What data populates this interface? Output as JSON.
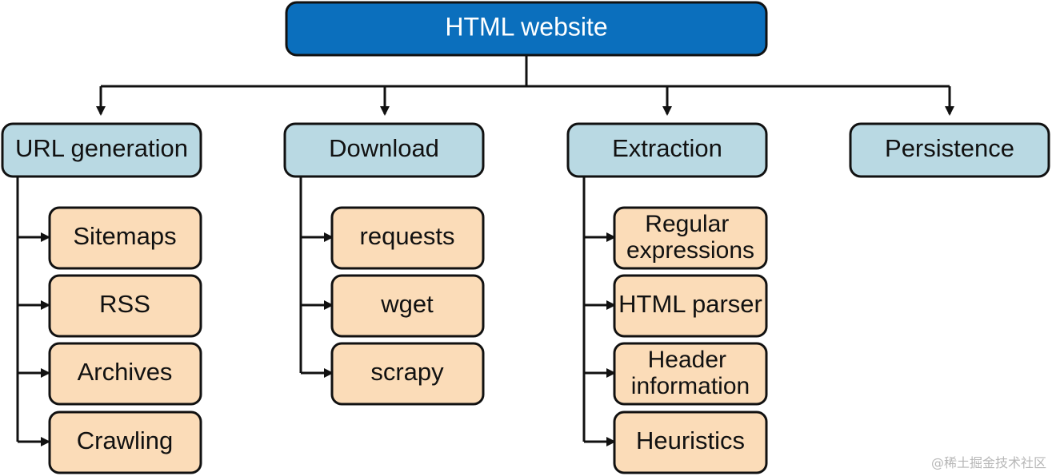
{
  "diagram": {
    "root": {
      "label": "HTML website",
      "color": "#0b6fbd"
    },
    "categories": [
      {
        "label": "URL generation",
        "children": [
          "Sitemaps",
          "RSS",
          "Archives",
          "Crawling"
        ]
      },
      {
        "label": "Download",
        "children": [
          "requests",
          "wget",
          "scrapy"
        ]
      },
      {
        "label": "Extraction",
        "children": [
          [
            "Regular",
            "expressions"
          ],
          "HTML parser",
          [
            "Header",
            "information"
          ],
          "Heuristics"
        ]
      },
      {
        "label": "Persistence",
        "children": []
      }
    ],
    "colors": {
      "category_fill": "#b9d9e3",
      "child_fill": "#fbdcb8",
      "stroke": "#111111"
    }
  },
  "watermark": "@稀土掘金技术社区"
}
